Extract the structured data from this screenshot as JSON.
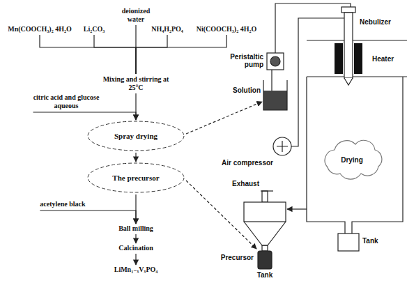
{
  "diagram": {
    "nodes": [
      {
        "text": [
          "Mn(COOCH₃)₂ 4H₂O"
        ]
      },
      {
        "text": [
          "Li₂CO₃"
        ]
      },
      {
        "text": [
          "deionized water"
        ]
      },
      {
        "text": [
          "NH₄H₂PO₄"
        ]
      },
      {
        "text": [
          "Ni(COOCH₃)₂ 4H₂O"
        ]
      },
      {
        "text": [
          "Mixing and stirring at 25°C"
        ]
      },
      {
        "text": [
          "citric acid and glucose aqueous"
        ]
      },
      {
        "text": [
          "Spray drying"
        ]
      },
      {
        "text": [
          "The precursor"
        ]
      },
      {
        "text": [
          "acetylene black"
        ]
      },
      {
        "text": [
          "Ball milling"
        ]
      },
      {
        "text": [
          "Calcination"
        ]
      },
      {
        "text": [
          "LiMn₁₋ₓVₓPO₄"
        ]
      }
    ],
    "edges": [
      {
        "from": 0,
        "to": 5,
        "arrow": "none"
      },
      {
        "from": 1,
        "to": 5,
        "arrow": "none"
      },
      {
        "from": 2,
        "to": 5,
        "arrow": "none"
      },
      {
        "from": 3,
        "to": 5,
        "arrow": "none"
      },
      {
        "from": 4,
        "to": 5,
        "arrow": "none"
      },
      {
        "from": 5,
        "to": 7,
        "arrow": "to"
      },
      {
        "from": 6,
        "to": 7,
        "arrow": "to"
      },
      {
        "from": 7,
        "to": 8,
        "arrow": "to"
      },
      {
        "from": 8,
        "to": 10,
        "arrow": "to"
      },
      {
        "from": 9,
        "to": 10,
        "arrow": "to"
      },
      {
        "from": 10,
        "to": 11,
        "arrow": "to"
      },
      {
        "from": 11,
        "to": 12,
        "arrow": "to"
      }
    ],
    "labels": [
      "Peristaltic pump",
      "Solution",
      "Air compressor",
      "Nebulizer",
      "Heater",
      "Drying",
      "Exhaust",
      "Tank",
      "Precursor",
      "Tank"
    ]
  }
}
